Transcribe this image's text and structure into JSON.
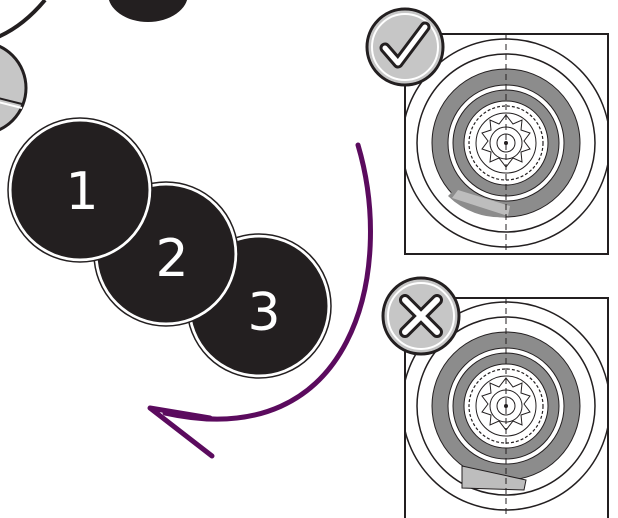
{
  "steps": [
    {
      "label": "1"
    },
    {
      "label": "2"
    },
    {
      "label": "3"
    }
  ],
  "badges": {
    "correct_icon": "check-icon",
    "incorrect_icon": "cross-icon"
  },
  "colors": {
    "disc": "#231f20",
    "arrow": "#5b0b5e",
    "badge_fill": "#c6c6c6",
    "ring_dark": "#8c8c8c",
    "ring_light": "#bdbdbd"
  }
}
